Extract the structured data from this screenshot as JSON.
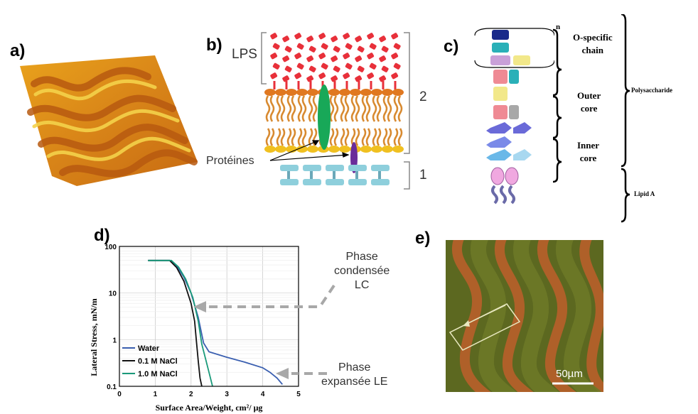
{
  "panels": {
    "a": {
      "label": "a)"
    },
    "b": {
      "label": "b)",
      "lps": "LPS",
      "proteins": "Protéines",
      "num2": "2",
      "num1": "1"
    },
    "c": {
      "label": "c)",
      "n": "n",
      "o_specific": [
        "O-specific",
        "chain"
      ],
      "outer_core": [
        "Outer",
        "core"
      ],
      "inner_core": [
        "Inner",
        "core"
      ],
      "polysaccharide": "Polysaccharide",
      "lipid_a": "Lipid A"
    },
    "d": {
      "label": "d)",
      "phase_lc": [
        "Phase",
        "condensée",
        "LC"
      ],
      "phase_le": [
        "Phase",
        "expansée LE"
      ]
    },
    "e": {
      "label": "e)",
      "scale": "50µm"
    }
  },
  "colors": {
    "lps_red": "#e8303a",
    "head_orange": "#e07820",
    "tail_orange": "#d88a30",
    "head_yellow": "#f0c020",
    "protein_green": "#18a858",
    "protein_purple": "#6a2c9a",
    "bilayer_teal": "#8ecfdc",
    "water": "#3a5fb0",
    "nacl01": "#111111",
    "nacl10": "#1a9a7a",
    "arrow_grey": "#a8a8a8"
  },
  "chart_data": {
    "type": "line",
    "xlabel": "Surface Area/Weight, cm²/ μg",
    "ylabel": "Lateral Stress, mN/m",
    "xlim": [
      0,
      5
    ],
    "ylim": [
      0.1,
      100
    ],
    "yscale": "log",
    "grid": true,
    "x_ticks": [
      "0",
      "1",
      "2",
      "3",
      "4",
      "5"
    ],
    "y_ticks": [
      "0.1",
      "1",
      "10",
      "100"
    ],
    "legend_position": "bottom-left",
    "series": [
      {
        "name": "Water",
        "color": "#3a5fb0",
        "x": [
          0.8,
          1.4,
          1.6,
          1.8,
          2.0,
          2.2,
          2.35,
          2.5,
          3.0,
          3.5,
          4.0,
          4.2,
          4.4,
          4.55
        ],
        "y": [
          50,
          50,
          38,
          22,
          10,
          3,
          0.85,
          0.55,
          0.42,
          0.33,
          0.25,
          0.2,
          0.15,
          0.11
        ]
      },
      {
        "name": "0.1 M NaCl",
        "color": "#111111",
        "x": [
          0.8,
          1.4,
          1.6,
          1.8,
          2.0,
          2.1,
          2.15,
          2.2,
          2.25,
          2.3
        ],
        "y": [
          50,
          50,
          35,
          18,
          6,
          2.5,
          0.9,
          0.35,
          0.15,
          0.1
        ]
      },
      {
        "name": "1.0 M NaCl",
        "color": "#1a9a7a",
        "x": [
          0.8,
          1.45,
          1.65,
          1.85,
          2.05,
          2.2,
          2.3,
          2.4,
          2.5,
          2.6
        ],
        "y": [
          50,
          50,
          36,
          20,
          8,
          2.5,
          0.8,
          0.4,
          0.2,
          0.1
        ]
      }
    ]
  }
}
